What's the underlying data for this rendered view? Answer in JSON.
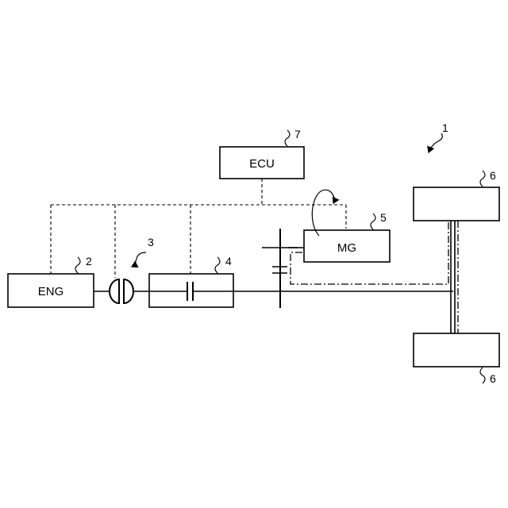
{
  "blocks": {
    "ecu": "ECU",
    "mg": "MG",
    "eng": "ENG"
  },
  "refs": {
    "system": "1",
    "engine": "2",
    "damper": "3",
    "clutch": "4",
    "motor": "5",
    "wheel_top": "6",
    "wheel_bottom": "6",
    "ecu": "7"
  }
}
